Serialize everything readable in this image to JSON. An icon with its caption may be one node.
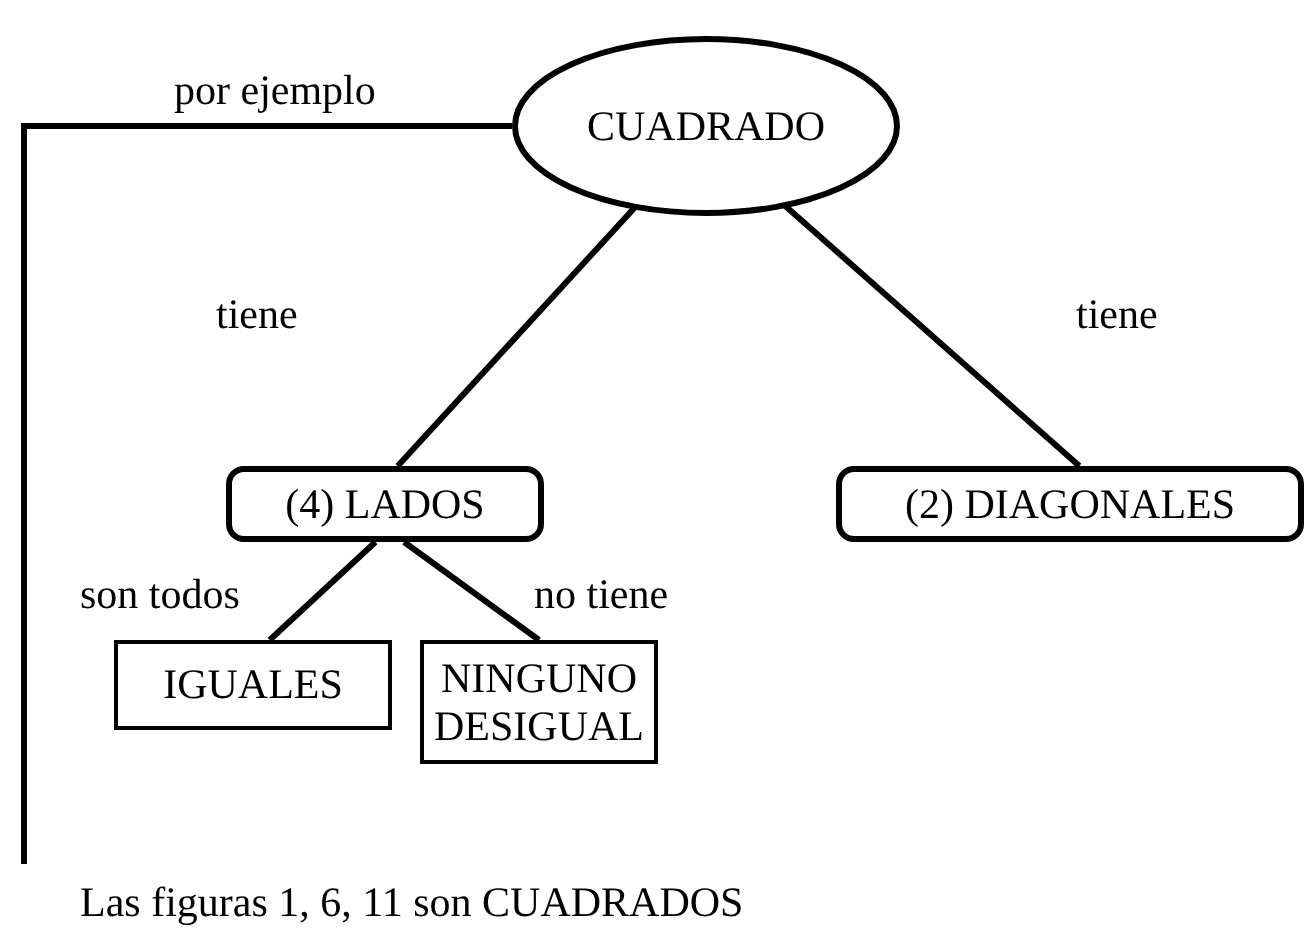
{
  "diagram": {
    "nodes": [
      {
        "text": [
          "CUADRADO"
        ]
      },
      {
        "text": [
          "(4) LADOS"
        ]
      },
      {
        "text": [
          "(2) DIAGONALES"
        ]
      },
      {
        "text": [
          "IGUALES"
        ]
      },
      {
        "text": [
          "NINGUNO DESIGUAL"
        ]
      },
      {
        "text": [
          "Las figuras 1, 6, 11 son CUADRADOS"
        ]
      }
    ],
    "edges": [
      {
        "from": 0,
        "to": 5,
        "arrow": "none",
        "label": "por ejemplo"
      },
      {
        "from": 0,
        "to": 1,
        "arrow": "none",
        "label": "tiene"
      },
      {
        "from": 0,
        "to": 2,
        "arrow": "none",
        "label": "tiene"
      },
      {
        "from": 1,
        "to": 3,
        "arrow": "none",
        "label": "son todos"
      },
      {
        "from": 1,
        "to": 4,
        "arrow": "none",
        "label": "no tiene"
      }
    ]
  }
}
